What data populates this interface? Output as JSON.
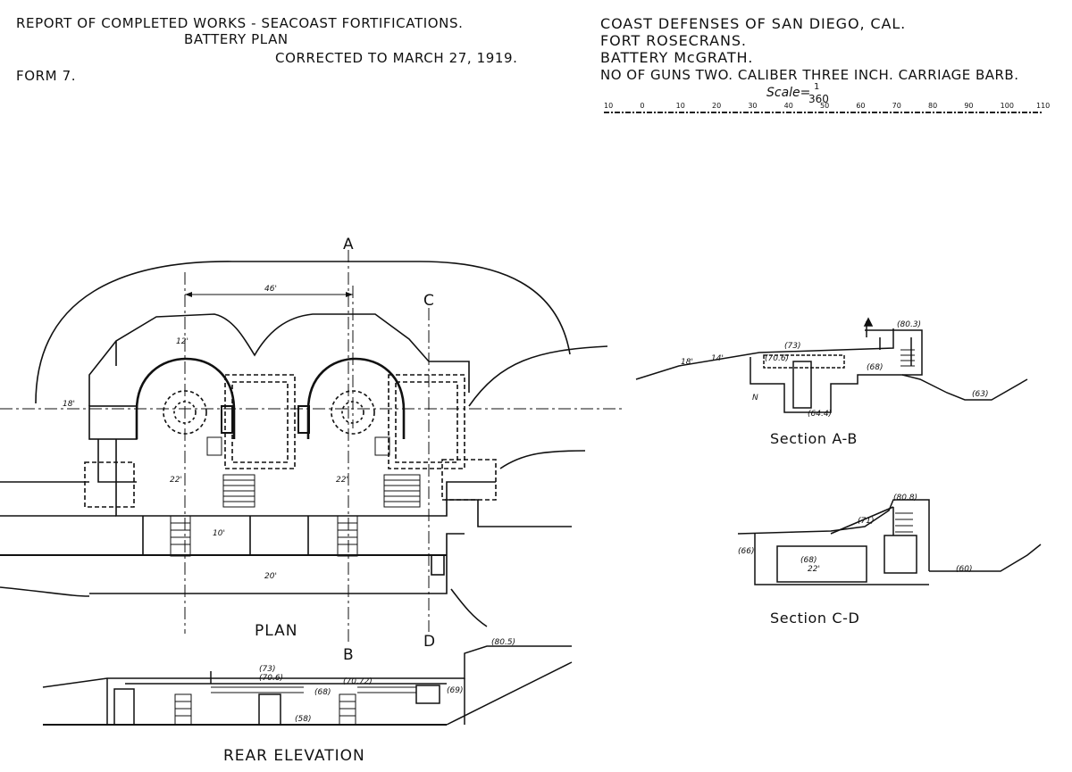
{
  "header_left": {
    "line1": "REPORT OF COMPLETED WORKS - SEACOAST FORTIFICATIONS.",
    "line2": "BATTERY PLAN",
    "line3": "CORRECTED TO MARCH 27, 1919.",
    "form": "FORM 7."
  },
  "header_right": {
    "line1": "COAST DEFENSES OF SAN DIEGO, CAL.",
    "line2": "FORT ROSECRANS.",
    "line3": "BATTERY McGRATH.",
    "line4": "NO OF GUNS TWO. CALIBER THREE INCH. CARRIAGE BARB.",
    "scale_label": "Scale=",
    "scale_num": "1",
    "scale_den": "360",
    "scale_ticks": [
      "10",
      "0",
      "10",
      "20",
      "30",
      "40",
      "50",
      "60",
      "70",
      "80",
      "90",
      "100",
      "110"
    ]
  },
  "labels": {
    "plan": "PLAN",
    "rear_elevation": "REAR ELEVATION",
    "section_ab": "Section A-B",
    "section_cd": "Section C-D",
    "mark_a": "A",
    "mark_b": "B",
    "mark_c": "C",
    "mark_d": "D"
  },
  "dimensions": {
    "d46": "46'",
    "d12": "12'",
    "d18": "18'",
    "d22": "22'",
    "d10": "10'",
    "d20": "20'",
    "d14": "14'",
    "e73": "(73)",
    "e706": "(70.6)",
    "e7072": "(70.72)",
    "e68": "(68)",
    "e69": "(69)",
    "e58": "(58)",
    "e805": "(80.5)",
    "e803": "(80.3)",
    "e808": "(80.8)",
    "e71": "(71)",
    "e63": "(63)",
    "e66": "(66)",
    "e60": "(60)",
    "e644": "(64.4)",
    "n": "N"
  }
}
